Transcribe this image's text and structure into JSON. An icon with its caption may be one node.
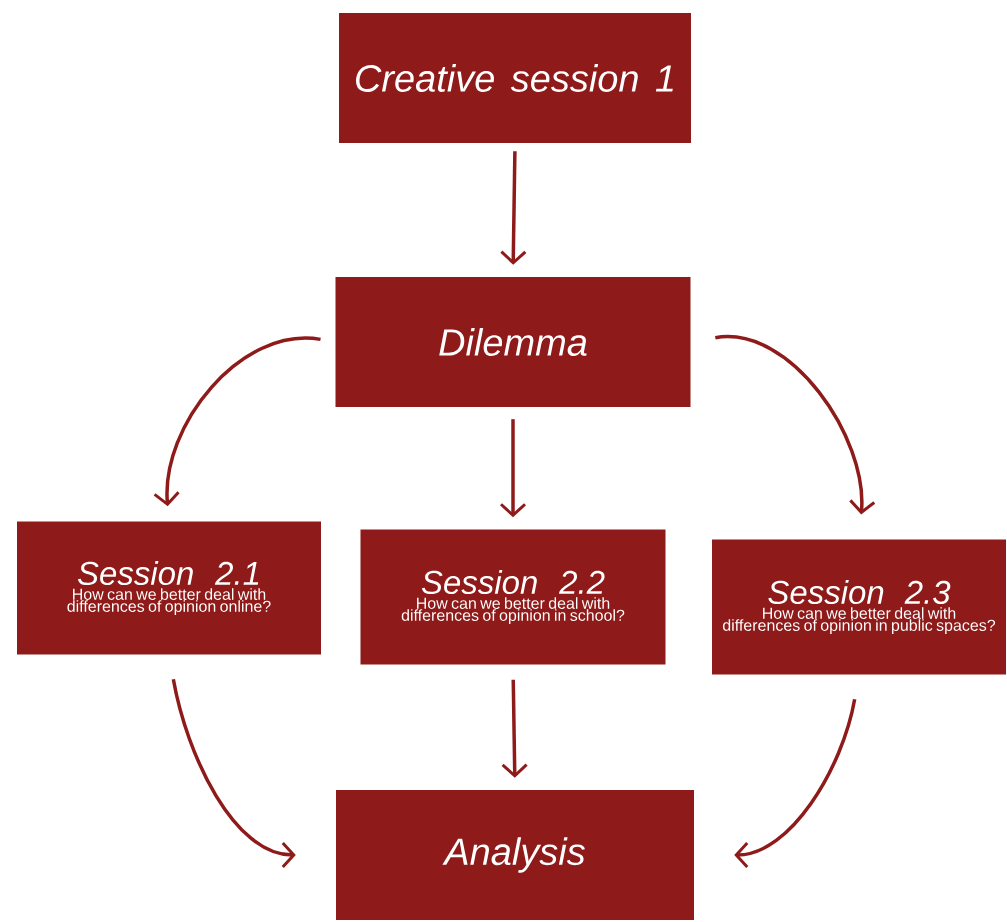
{
  "diagram": {
    "nodes": [
      {
        "text": [
          "Creative session 1"
        ]
      },
      {
        "text": [
          "Dilemma"
        ]
      },
      {
        "text": [
          "Session 2.1",
          "How can we better deal with differences of opinion online?"
        ]
      },
      {
        "text": [
          "Session 2.2",
          "How can we better deal with differences of opinion in school?"
        ]
      },
      {
        "text": [
          "Session 2.3",
          "How can we better deal with differences of opinion in public spaces?"
        ]
      },
      {
        "text": [
          "Analysis"
        ]
      }
    ],
    "edges": [
      {
        "from": 0,
        "to": 1,
        "arrow": "to"
      },
      {
        "from": 1,
        "to": 2,
        "arrow": "to"
      },
      {
        "from": 1,
        "to": 3,
        "arrow": "to"
      },
      {
        "from": 1,
        "to": 4,
        "arrow": "to"
      },
      {
        "from": 2,
        "to": 5,
        "arrow": "to"
      },
      {
        "from": 3,
        "to": 5,
        "arrow": "to"
      },
      {
        "from": 4,
        "to": 5,
        "arrow": "to"
      }
    ]
  }
}
